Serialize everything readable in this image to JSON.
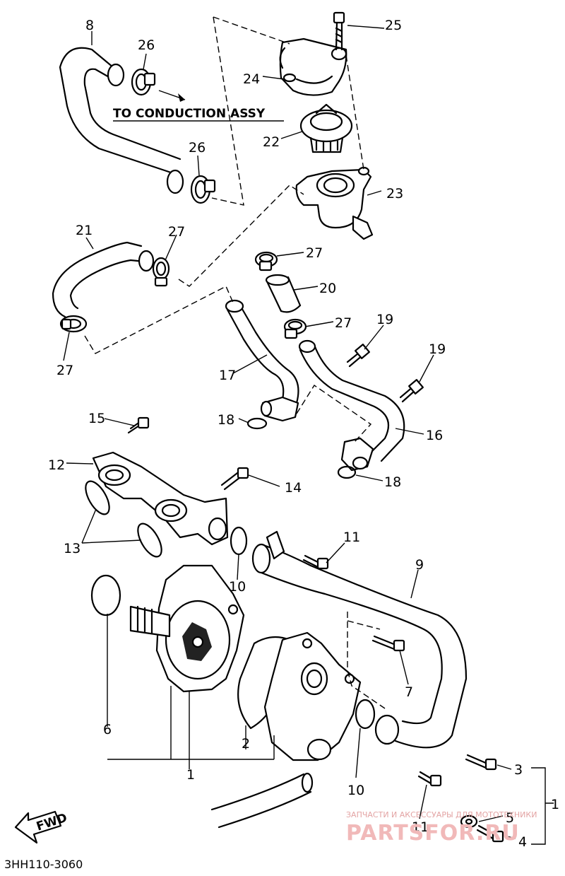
{
  "caption": "TO CONDUCTION ASSY",
  "diagram_code": "3HH110-3060",
  "fwd_label": "FWD",
  "watermark": {
    "small": "ЗАПЧАСТИ И АКСЕССУАРЫ ДЛЯ МОТОТЕХНИКИ",
    "big": "PARTSFOR.RU"
  },
  "labels": {
    "p1": "1",
    "p1b": "1",
    "p2": "2",
    "p3": "3",
    "p4": "4",
    "p5": "5",
    "p6": "6",
    "p7": "7",
    "p8": "8",
    "p9": "9",
    "p10a": "10",
    "p10b": "10",
    "p11a": "11",
    "p11b": "11",
    "p12": "12",
    "p13": "13",
    "p14": "14",
    "p15": "15",
    "p16": "16",
    "p17": "17",
    "p18a": "18",
    "p18b": "18",
    "p19a": "19",
    "p19b": "19",
    "p20": "20",
    "p21": "21",
    "p22": "22",
    "p23": "23",
    "p24": "24",
    "p25": "25",
    "p26a": "26",
    "p26b": "26",
    "p27a": "27",
    "p27b": "27",
    "p27c": "27",
    "p27d": "27"
  }
}
